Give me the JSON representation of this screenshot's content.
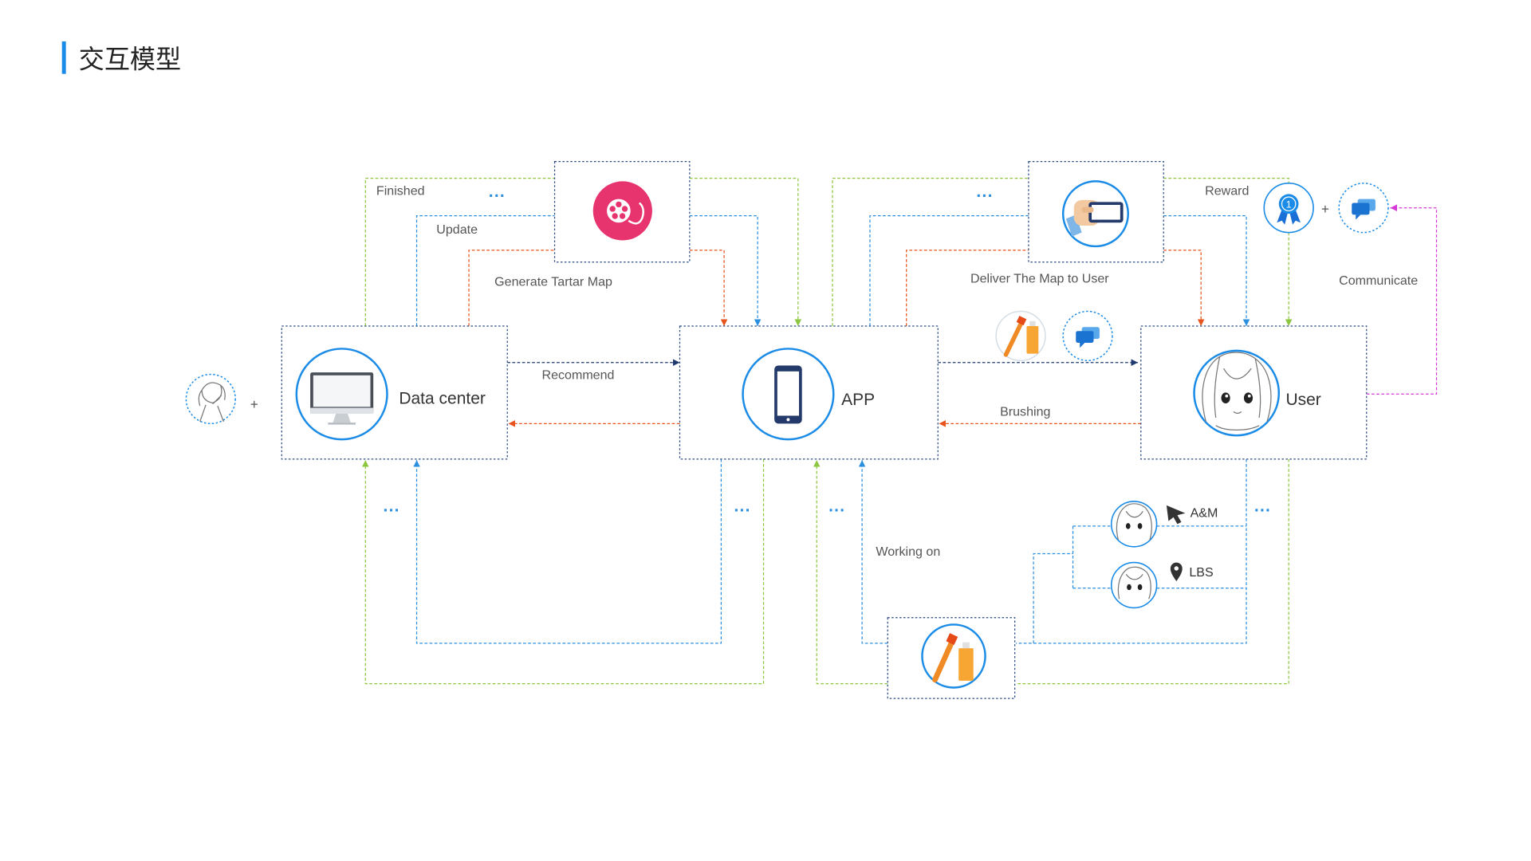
{
  "title": "交互模型",
  "nodes": {
    "data_center": "Data center",
    "app": "APP",
    "user": "User"
  },
  "edges": {
    "finished": "Finished",
    "update": "Update",
    "generate": "Generate Tartar Map",
    "recommend": "Recommend",
    "deliver": "Deliver The Map to User",
    "reward": "Reward",
    "communicate": "Communicate",
    "brushing": "Brushing",
    "working_on": "Working on"
  },
  "user_context": {
    "am": "A&M",
    "lbs": "LBS"
  },
  "symbols": {
    "plus": "+",
    "ellipsis": "...",
    "medal_number": "1"
  },
  "icons": {
    "data_center": "monitor-icon",
    "app": "smartphone-icon",
    "user": "user-avatar-icon",
    "tartar_map": "film-reel-icon",
    "deliver": "phone-in-hand-icon",
    "guest": "sketch-person-icon",
    "brushing": "toothbrush-toothpaste-icon",
    "chat": "chat-icon",
    "reward": "medal-icon",
    "am": "cursor-icon",
    "lbs": "location-pin-icon"
  },
  "colors": {
    "accent": "#1a8be6",
    "node_border": "#2a4a80",
    "green": "#8dc63f",
    "blue": "#2b8fe0",
    "orange": "#e8531e",
    "navy": "#1f3a6e",
    "magenta": "#d63ad6",
    "film": "#e7336e",
    "toothbrush": "#f08a24",
    "toothpaste": "#f7a533"
  }
}
